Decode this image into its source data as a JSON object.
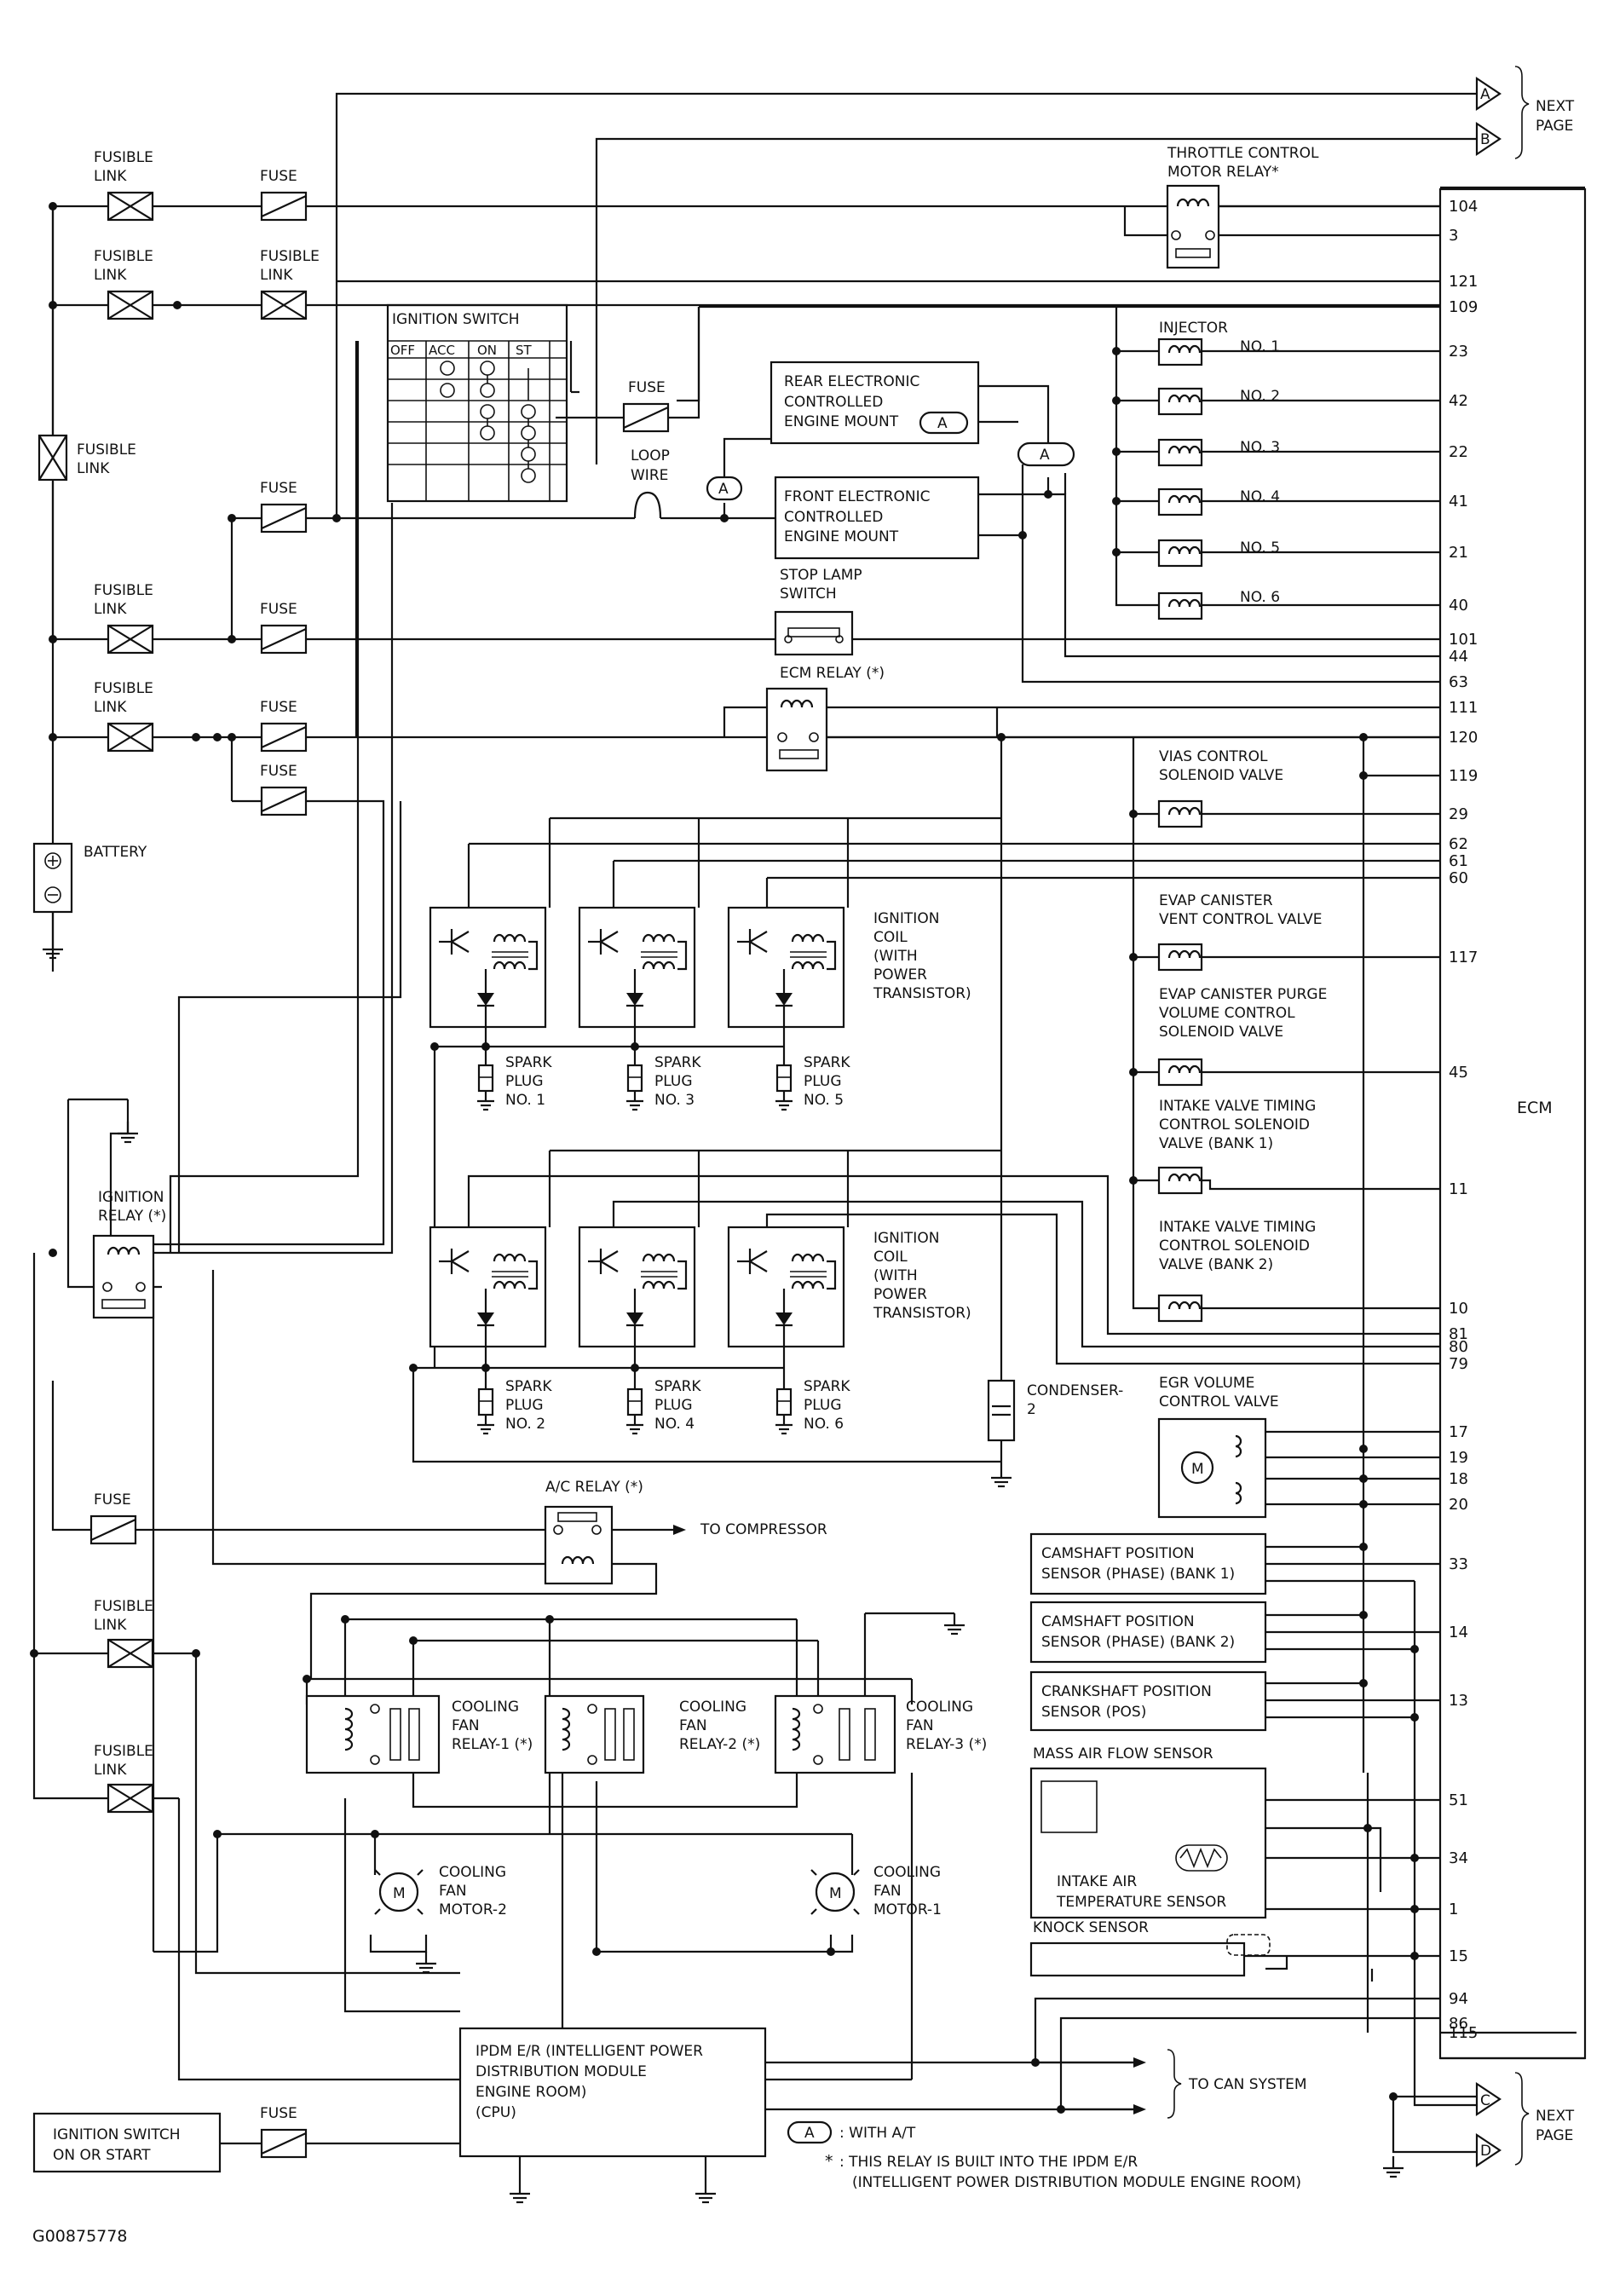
{
  "diagram": {
    "figure_id": "G00875778",
    "ecm_label": "ECM",
    "next_page": [
      "NEXT",
      "PAGE"
    ],
    "connectors": [
      "A",
      "B",
      "C",
      "D"
    ],
    "ecm_pins": [
      {
        "n": "104"
      },
      {
        "n": "3"
      },
      {
        "n": "121"
      },
      {
        "n": "109"
      },
      {
        "n": "23"
      },
      {
        "n": "42"
      },
      {
        "n": "22"
      },
      {
        "n": "41"
      },
      {
        "n": "21"
      },
      {
        "n": "40"
      },
      {
        "n": "101"
      },
      {
        "n": "44"
      },
      {
        "n": "63"
      },
      {
        "n": "111"
      },
      {
        "n": "120"
      },
      {
        "n": "119"
      },
      {
        "n": "29"
      },
      {
        "n": "62"
      },
      {
        "n": "61"
      },
      {
        "n": "60"
      },
      {
        "n": "117"
      },
      {
        "n": "45"
      },
      {
        "n": "11"
      },
      {
        "n": "10"
      },
      {
        "n": "81"
      },
      {
        "n": "80"
      },
      {
        "n": "79"
      },
      {
        "n": "17"
      },
      {
        "n": "19"
      },
      {
        "n": "18"
      },
      {
        "n": "20"
      },
      {
        "n": "33"
      },
      {
        "n": "14"
      },
      {
        "n": "13"
      },
      {
        "n": "51"
      },
      {
        "n": "34"
      },
      {
        "n": "1"
      },
      {
        "n": "15"
      },
      {
        "n": "94"
      },
      {
        "n": "86"
      },
      {
        "n": "115"
      }
    ],
    "fusible_link": [
      "FUSIBLE",
      "LINK"
    ],
    "fuse": "FUSE",
    "battery": "BATTERY",
    "ignition_switch": {
      "title": "IGNITION SWITCH",
      "positions": [
        "OFF",
        "ACC",
        "ON",
        "ST"
      ]
    },
    "loop_wire": [
      "LOOP",
      "WIRE"
    ],
    "throttle_relay": [
      "THROTTLE CONTROL",
      "MOTOR RELAY*"
    ],
    "injector": {
      "title": "INJECTOR",
      "numbers": [
        "NO. 1",
        "NO. 2",
        "NO. 3",
        "NO. 4",
        "NO. 5",
        "NO. 6"
      ]
    },
    "rear_mount": [
      "REAR ELECTRONIC",
      "CONTROLLED",
      "ENGINE MOUNT"
    ],
    "front_mount": [
      "FRONT ELECTRONIC",
      "CONTROLLED",
      "ENGINE MOUNT"
    ],
    "stop_lamp": [
      "STOP LAMP",
      "SWITCH"
    ],
    "ecm_relay": "ECM RELAY (*)",
    "vias": [
      "VIAS CONTROL",
      "SOLENOID VALVE"
    ],
    "evap_vent": [
      "EVAP CANISTER",
      "VENT CONTROL VALVE"
    ],
    "evap_purge": [
      "EVAP CANISTER PURGE",
      "VOLUME CONTROL",
      "SOLENOID VALVE"
    ],
    "ivt_bank1": [
      "INTAKE VALVE TIMING",
      "CONTROL SOLENOID",
      "VALVE (BANK 1)"
    ],
    "ivt_bank2": [
      "INTAKE VALVE TIMING",
      "CONTROL SOLENOID",
      "VALVE (BANK 2)"
    ],
    "ignition_coil": [
      "IGNITION",
      "COIL",
      "(WITH",
      "POWER",
      "TRANSISTOR)"
    ],
    "spark_plugs": [
      [
        "SPARK",
        "PLUG",
        "NO. 1"
      ],
      [
        "SPARK",
        "PLUG",
        "NO. 3"
      ],
      [
        "SPARK",
        "PLUG",
        "NO. 5"
      ],
      [
        "SPARK",
        "PLUG",
        "NO. 2"
      ],
      [
        "SPARK",
        "PLUG",
        "NO. 4"
      ],
      [
        "SPARK",
        "PLUG",
        "NO. 6"
      ]
    ],
    "ignition_relay": [
      "IGNITION",
      "RELAY (*)"
    ],
    "condenser": [
      "CONDENSER-",
      "2"
    ],
    "egr": [
      "EGR VOLUME",
      "CONTROL VALVE"
    ],
    "motor_symbol": "M",
    "ac_relay": "A/C RELAY (*)",
    "to_compressor": "TO COMPRESSOR",
    "cam_bank1": [
      "CAMSHAFT POSITION",
      "SENSOR (PHASE) (BANK 1)"
    ],
    "cam_bank2": [
      "CAMSHAFT POSITION",
      "SENSOR (PHASE) (BANK 2)"
    ],
    "crank": [
      "CRANKSHAFT POSITION",
      "SENSOR (POS)"
    ],
    "maf": "MASS AIR FLOW SENSOR",
    "iat": [
      "INTAKE AIR",
      "TEMPERATURE SENSOR"
    ],
    "knock": "KNOCK SENSOR",
    "fan_relays": [
      [
        "COOLING",
        "FAN",
        "RELAY-1 (*)"
      ],
      [
        "COOLING",
        "FAN",
        "RELAY-2 (*)"
      ],
      [
        "COOLING",
        "FAN",
        "RELAY-3 (*)"
      ]
    ],
    "fan_motors": [
      [
        "COOLING",
        "FAN",
        "MOTOR-2"
      ],
      [
        "COOLING",
        "FAN",
        "MOTOR-1"
      ]
    ],
    "ipdm": [
      "IPDM E/R (INTELLIGENT POWER",
      "DISTRIBUTION MODULE",
      "ENGINE ROOM)",
      "(CPU)"
    ],
    "to_can": "TO CAN SYSTEM",
    "ign_on_start": [
      "IGNITION SWITCH",
      "ON OR START"
    ],
    "legend": {
      "a_symbol": "A",
      "a_text": ": WITH A/T",
      "star": "*",
      "star_text": [
        ": THIS RELAY IS BUILT INTO THE IPDM E/R",
        "(INTELLIGENT POWER DISTRIBUTION MODULE ENGINE ROOM)"
      ]
    }
  }
}
